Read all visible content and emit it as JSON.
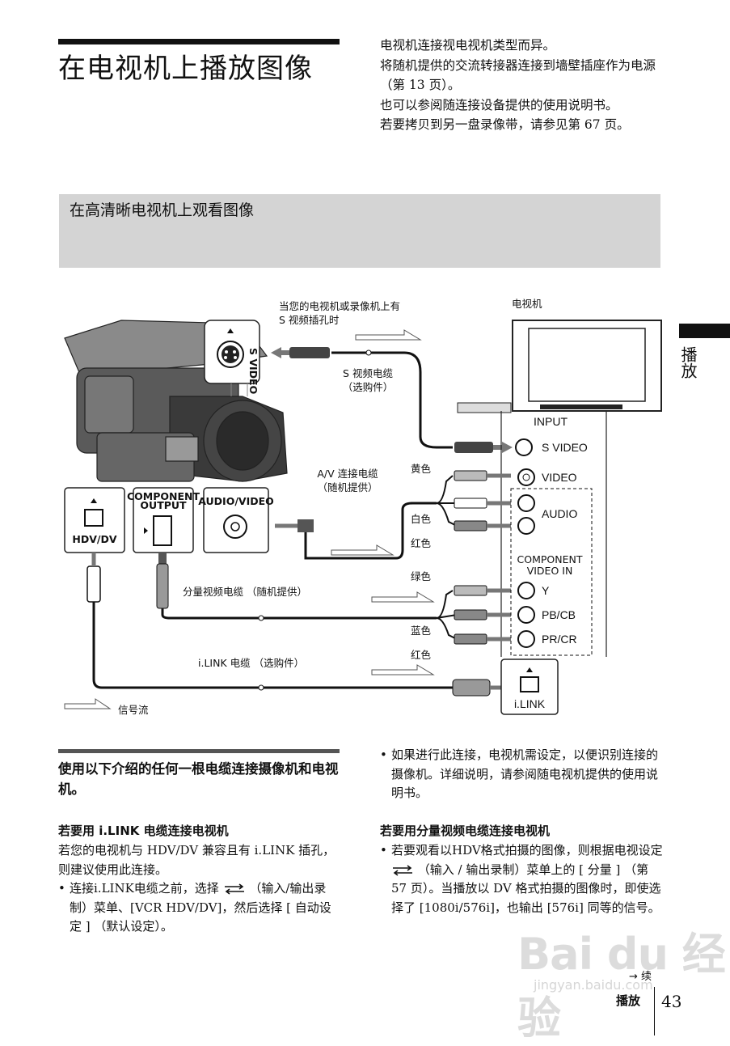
{
  "header": {
    "title": "在电视机上播放图像",
    "intro": [
      "电视机连接视电视机类型而异。",
      "将随机提供的交流转接器连接到墙壁插座作为电源 （第 13 页）。",
      "也可以参阅随连接设备提供的使用说明书。",
      "若要拷贝到另一盘录像带，请参见第 67 页。"
    ]
  },
  "section": {
    "title": "在高清晰电视机上观看图像"
  },
  "side_tab": {
    "label": "播放"
  },
  "diagram": {
    "svideo_note": [
      "当您的电视机或录像机上有",
      "S 视频插孔时"
    ],
    "tv_label": "电视机",
    "svideo_cable": [
      "S 视频电缆",
      "（选购件）"
    ],
    "av_cable": [
      "A/V 连接电缆",
      "（随机提供）"
    ],
    "component_cable": "分量视频电缆 （随机提供）",
    "ilink_cable": "i.LINK 电缆 （选购件）",
    "signal_flow": "信号流",
    "camera_ports": {
      "s_video": "S VIDEO",
      "hdv_dv": "HDV/DV",
      "component_output": [
        "COMPONENT",
        "OUTPUT"
      ],
      "audio_video": "AUDIO/VIDEO"
    },
    "tv_ports": {
      "input": "INPUT",
      "s_video": "S VIDEO",
      "video": "VIDEO",
      "audio": "AUDIO",
      "component_in": [
        "COMPONENT",
        "VIDEO IN"
      ],
      "y": "Y",
      "pb": "PB/CB",
      "pr": "PR/CR",
      "ilink": "i.LINK"
    },
    "colors": {
      "yellow": "黄色",
      "white": "白色",
      "red": "红色",
      "green": "绿色",
      "blue": "蓝色",
      "red2": "红色"
    }
  },
  "body": {
    "lead": "使用以下介绍的任何一根电缆连接摄像机和电视机。",
    "ilink_heading": "若要用 i.LINK 电缆连接电视机",
    "ilink_text": "若您的电视机与 HDV/DV 兼容且有 i.LINK 插孔，则建议使用此连接。",
    "ilink_bullet_a": "连接i.LINK电缆之前，选择",
    "ilink_bullet_b": "（输入/输出录制）菜单、[VCR HDV/DV]，然后选择 [ 自动设定 ] （默认设定）。",
    "right_bullet": "如果进行此连接，电视机需设定，以便识别连接的摄像机。详细说明，请参阅随电视机提供的使用说明书。",
    "component_heading": "若要用分量视频电缆连接电视机",
    "component_bullet_a": "若要观看以HDV格式拍摄的图像，则根据电视设定",
    "component_bullet_b": "（输入 / 输出录制）菜单上的 [ 分量 ] （第 57 页）。当播放以 DV 格式拍摄的图像时，即使选择了 [1080i/576i]，也输出 [576i] 同等的信号。"
  },
  "footer": {
    "continue_symbol": "→ 续",
    "section": "播放",
    "page_number": "43"
  },
  "watermark": {
    "main": "Bai du 经验",
    "url": "jingyan.baidu.com"
  }
}
